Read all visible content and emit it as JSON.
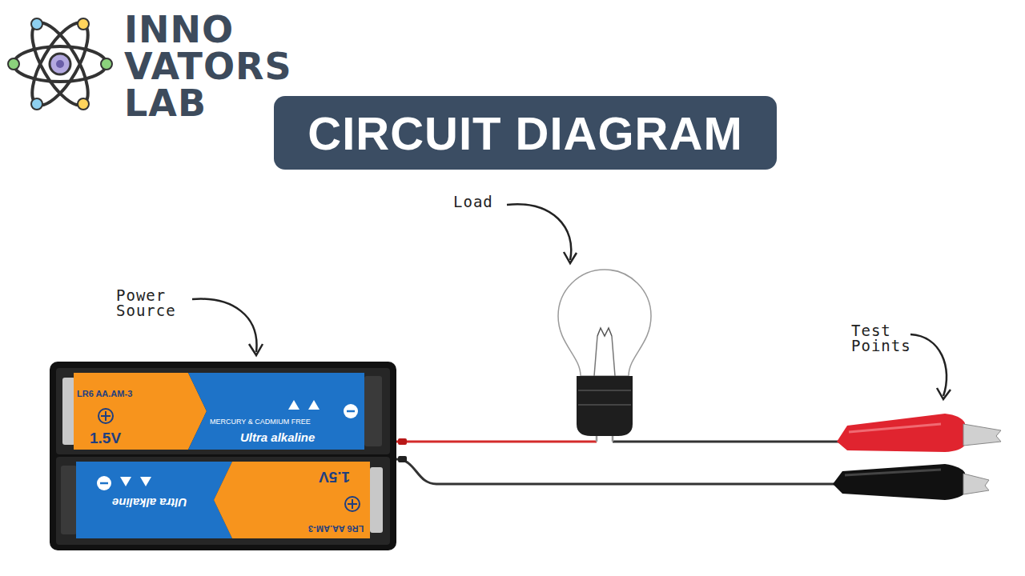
{
  "diagram": {
    "title": "CIRCUIT DIAGRAM",
    "labels": [
      "INNO VATORS LAB",
      "Power Source",
      "Load",
      "Test Points",
      "LR6 AA.AM-3",
      "1.5V",
      "Ultra alkaline",
      "MERCURY & CADMIUM FREE",
      "LR6 AA.AM-3",
      "1.5V",
      "Ultra alkaline"
    ]
  }
}
